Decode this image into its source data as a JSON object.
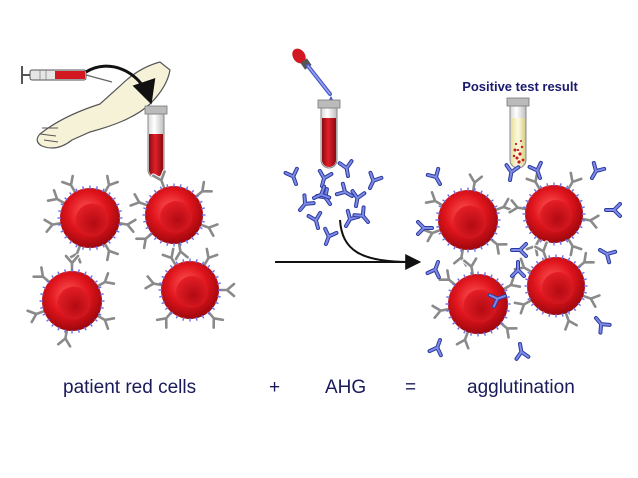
{
  "result_title": "Positive test result",
  "captions": {
    "patient": "patient red cells",
    "plus": "+",
    "ahg": "AHG",
    "equals": "=",
    "agglutination": "agglutination"
  },
  "colors": {
    "cell_red": "#d9131b",
    "antibody_gray": "#8a8a8a",
    "ahg_blue": "#4a57c8",
    "antigen_blue": "#6d6de0",
    "tube_blood": "#c30f17",
    "text_navy": "#1a1a6e"
  },
  "icons": [
    "syringe-icon",
    "arm-icon",
    "curved-arrow-icon",
    "blood-tube-icon",
    "dropper-icon",
    "ahg-tube-icon",
    "result-tube-icon",
    "process-arrow-icon"
  ]
}
